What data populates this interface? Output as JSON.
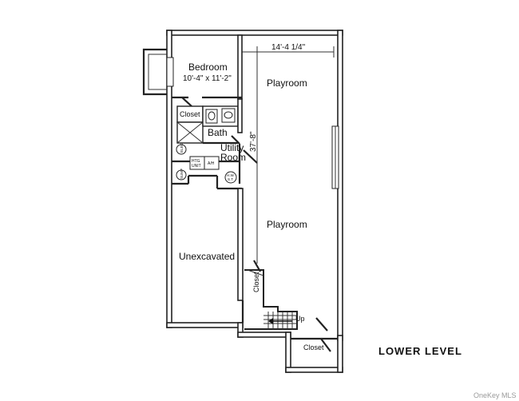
{
  "plan": {
    "level_label": "LOWER LEVEL",
    "watermark": "OneKey MLS",
    "dimension_width": "14'-4 1/4\"",
    "dimension_length": "37'-8\"",
    "rooms": {
      "bedroom": "Bedroom",
      "bedroom_size": "10'-4\" x 11'-2\"",
      "playroom_upper": "Playroom",
      "playroom_lower": "Playroom",
      "closet_bedroom": "Closet",
      "bath": "Bath",
      "utility": "Utility",
      "utility_room": "Room",
      "unexcavated": "Unexcavated",
      "closet_stair": "Closet",
      "closet_bottom": "Closet",
      "stairs_up": "Up"
    },
    "equipment": {
      "htg_unit_1": "HTG",
      "htg_unit_2": "UNIT",
      "air_handler": "A/H",
      "hot_water_1": "H.W.",
      "hot_water_2": "S.T.",
      "elec_panel": "ELEC",
      "sump": "SUMP"
    }
  }
}
